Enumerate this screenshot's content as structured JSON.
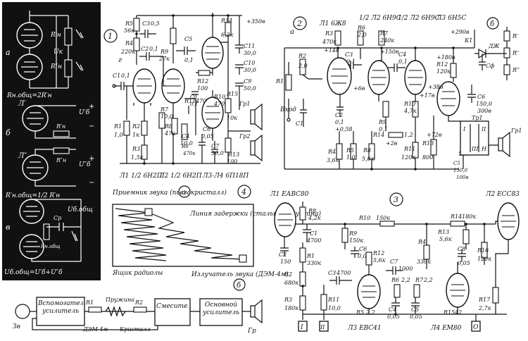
{
  "figure_numbers": {
    "one": "1",
    "two": "2",
    "three": "3",
    "four": "4"
  },
  "panel_dark": {
    "label_a": "а",
    "label_b": "б",
    "label_v": "в",
    "r_h_prime": "R′н",
    "r_h_double": "R″н",
    "u_k": "Uк",
    "formula_a": "Rн.общ=2R′н",
    "l_prime": "Л′",
    "l_double": "Л″",
    "u_prime": "U′б",
    "u_double": "U″б",
    "plus": "+",
    "minus": "−",
    "formula_b": "R′н.общ=1/2 R′н",
    "cp": "Cр",
    "r_general": "Rн.общ",
    "u_b_general": "Uб.общ",
    "formula_v": "Uб.общ=U′б+U″б"
  },
  "fig1": {
    "r5": "R5",
    "r5v": "56к",
    "c3": "C3",
    "c3v": "0,5",
    "r4": "R4",
    "r4v": "220к",
    "c2": "C2",
    "c2v": "0,1",
    "c1": "C1",
    "c1v": "0,1",
    "r9": "R9",
    "r9v": "27к",
    "c5": "C5",
    "c5v": "0,1",
    "r14": "R14",
    "r14v": "6,2к",
    "supply": "+350в",
    "c11": "C11",
    "c11v": "30,0",
    "c10": "C10",
    "c10v": "30,0",
    "c9": "C9",
    "c9v": "50,0",
    "r12": "R12",
    "r12v": "100",
    "r11": "R11",
    "r11v": "470к",
    "r10": "R10",
    "r10v": "470",
    "c8": "C8",
    "c8v": "0,1",
    "r15": "R15",
    "r15v": "10к",
    "r1": "R1",
    "r1v": "1,0",
    "r2": "R2",
    "r2v": "1к",
    "r3": "R3",
    "r3v": "1,5к",
    "r7": "R7",
    "r7v": "10,0",
    "r8": "R8",
    "r8v": "47к",
    "r6": "R6",
    "r6v": "470к",
    "c4": "C4",
    "c4v": "10,0",
    "c6": "C6",
    "c6v": "0,05",
    "c7": "C7",
    "c7v": "50,0",
    "r13": "R13",
    "r13v": "100",
    "gr1": "Гр1",
    "gr2": "Гр2",
    "g": "г",
    "tube1": "Л1 1/2 6Н2П",
    "tube2": "Л2 1/2 6Н2П",
    "tube3": "Л3-Л4 6П18П"
  },
  "fig2": {
    "l1": "Л1 6Ж8",
    "l2": "1/2 Л2 6Н9С",
    "l3": "1/2 Л2 6Н9С",
    "l4": "Л3 6Н5С",
    "r3": "R3",
    "r3v": "470к",
    "v14": "+14в",
    "c3": "C3",
    "c3v": "0,1",
    "r6": "R6",
    "r6v": "2,0",
    "r7": "R7",
    "r7v": "240к",
    "v150": "+150в",
    "c4": "C4",
    "c4v": "0,1",
    "v290": "+290в",
    "k1": "К1",
    "dzh": "ДЖ",
    "rp": "R′",
    "rpp": "R″",
    "rppp": "R‴",
    "sf": "Cф",
    "b": "б",
    "a": "а",
    "r2": "R2",
    "r2v": "2,0",
    "r1": "R1",
    "input": "Вход",
    "c1": "C1",
    "v6": "+6в",
    "c2": "C2",
    "c2v": "0,1",
    "v058": "+0,58",
    "r9": "R9",
    "r9v": "0,1",
    "r10": "R10",
    "r10v": "4,7к",
    "v17": "+17в",
    "v38": "+38в",
    "r12": "R12",
    "r12v": "120к",
    "v180": "+180в",
    "c6": "C6",
    "c6v": "150,0",
    "v300": "300в",
    "r14": "R14",
    "r14v": "1,2",
    "v26": "+2в",
    "v72": "+72в",
    "r4": "R4",
    "r4v": "3,6к",
    "r5": "R5",
    "r5v": "1,0",
    "r8": "R8",
    "r8v": "5,6к",
    "r11": "R11",
    "r11v": "120к",
    "r13": "R13",
    "r13v": "800",
    "c5": "C5",
    "c5v": "150,0",
    "v100": "100в",
    "tr1": "Тр1",
    "gr1": "Гр1",
    "w1": "I",
    "w2": "II",
    "w3": "III",
    "n": "Н"
  },
  "fig4": {
    "a": "а",
    "b": "б",
    "receiver": "Приемник звука (пьезокристалл)",
    "delay": "Линия задержки (стальная пружина)",
    "box": "Ящик радиолы",
    "emitter": "Излучатель звука (ДЭМ-4м)",
    "aux": "Вспомогательный усилитель",
    "mixer": "Смеситель",
    "main": "Основной усилитель",
    "r1": "R1",
    "r2": "R2",
    "spring": "Пружина",
    "crystal": "Кристалл",
    "dem": "ДЭМ-4м",
    "zv": "Зв",
    "gr": "Гр"
  },
  "fig3": {
    "l1": "Л1 ЕАВС80",
    "l2": "Л2 ЕСС83",
    "l3": "Л3 ЕВС41",
    "l4": "Л4 ЕМ80",
    "r8": "R8",
    "r8v": "4,2к",
    "c1": "C1",
    "c1v": "4700",
    "r10": "R10",
    "r10v": "150к",
    "r14": "R14",
    "r14v": "180к",
    "r9": "R9",
    "r9v": "150к",
    "r13": "R13",
    "r13v": "5,6к",
    "c2": "C2",
    "c2v": "150",
    "c6": "C6",
    "c6v": "0,02",
    "r12": "R12",
    "r12v": "5,6к",
    "c7": "C7",
    "c7v": "1000",
    "r1": "R1",
    "r1v": "330к",
    "c3": "C3",
    "c3v": "4700",
    "c8": "C8",
    "c8v": "0,05",
    "r16": "R16",
    "r16v": "120к",
    "r4": "R4",
    "r4v": "330к",
    "r2": "R2",
    "r2v": "680к",
    "r6": "R6",
    "r6v": "2,2",
    "r7": "R7",
    "r7v": "2,2",
    "r3": "R3",
    "r3v": "180к",
    "r11": "R11",
    "r11v": "10,0",
    "r5": "R5",
    "r5v": "2,2",
    "c4": "C4",
    "c4v": "0,05",
    "c5": "C5",
    "c5v": "0,05",
    "r15": "R15",
    "r15v": "42",
    "r17": "R17",
    "r17v": "2,7к",
    "i": "I",
    "ii": "II",
    "o": "O"
  }
}
